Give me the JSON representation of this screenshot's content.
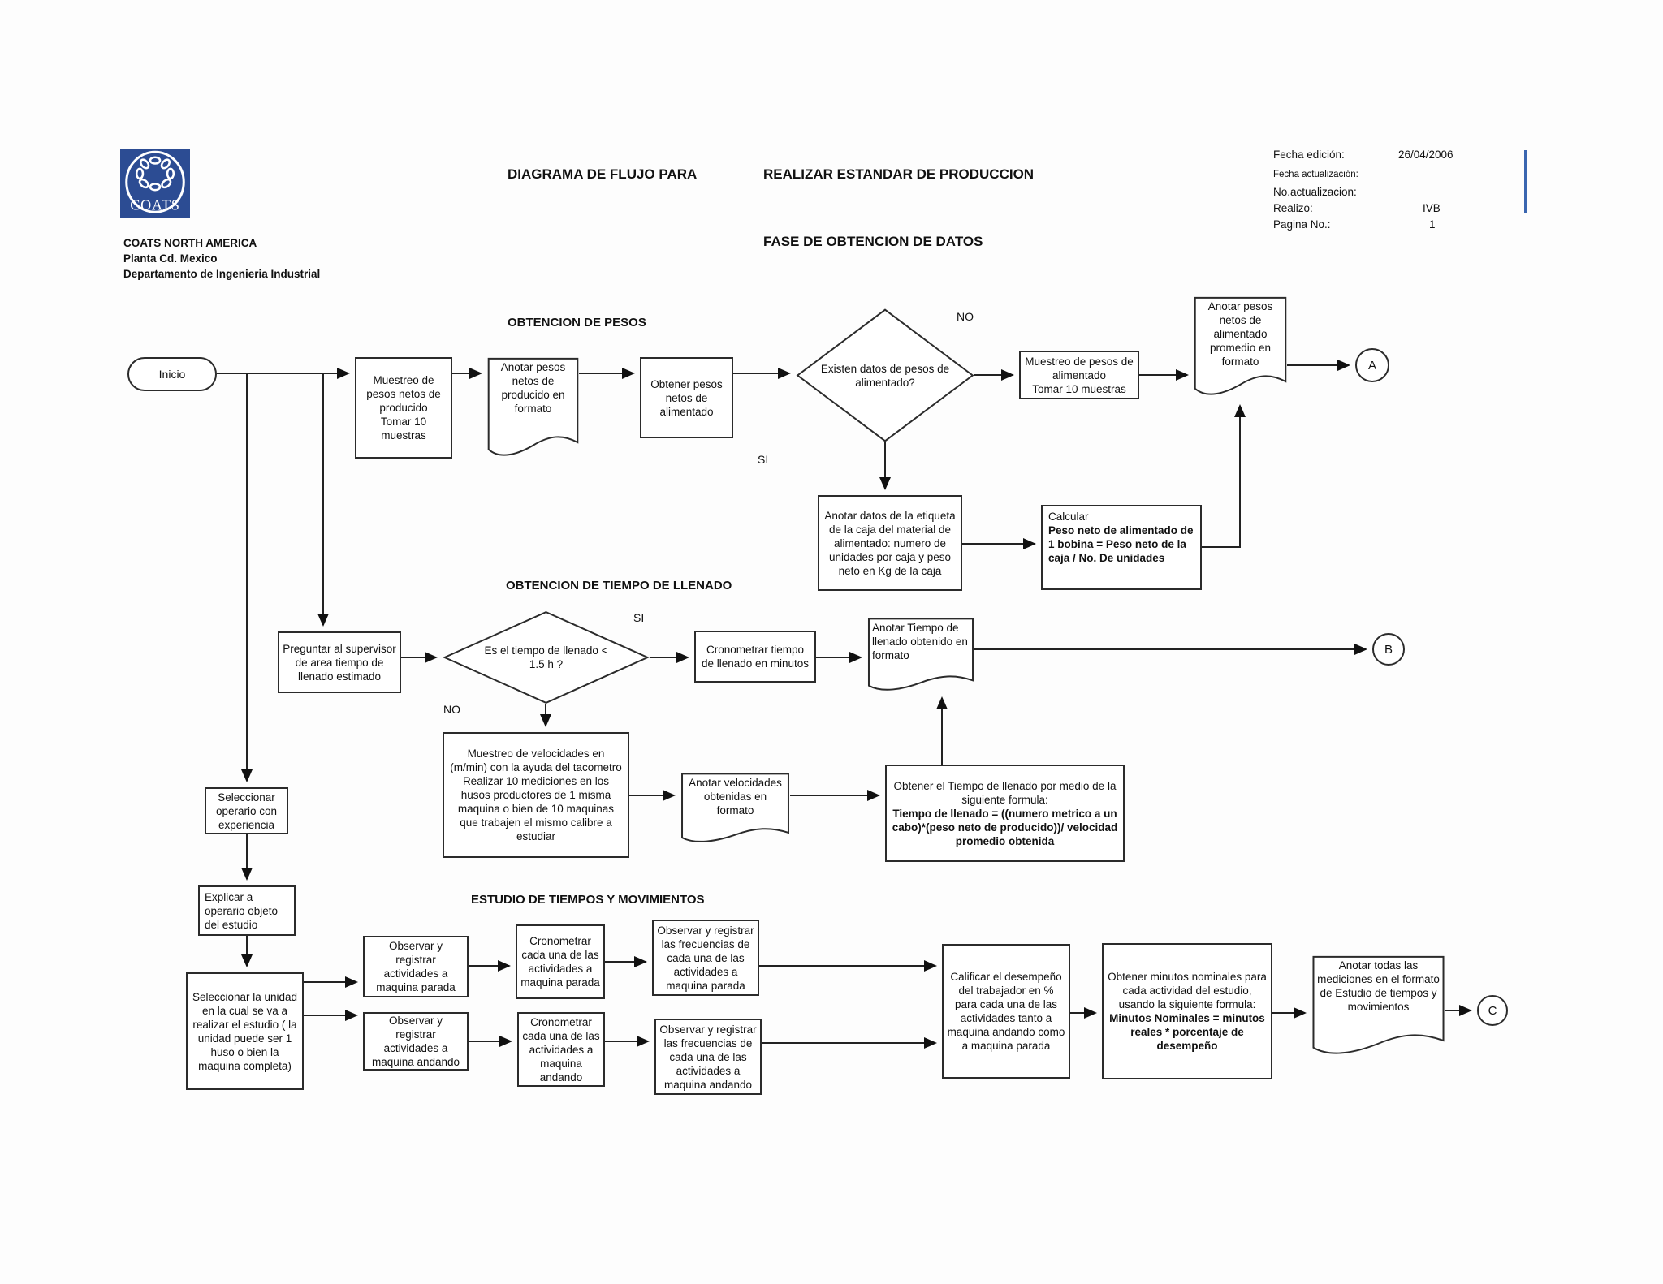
{
  "header": {
    "logo_text": "COATS",
    "title_left": "DIAGRAMA DE FLUJO PARA",
    "title_right": "REALIZAR ESTANDAR DE PRODUCCION",
    "subtitle": "FASE DE OBTENCION DE DATOS",
    "company": {
      "line1": "COATS NORTH AMERICA",
      "line2": "Planta Cd. Mexico",
      "line3": "Departamento de Ingenieria Industrial"
    },
    "meta": {
      "fecha_edicion_label": "Fecha edición:",
      "fecha_edicion_value": "26/04/2006",
      "fecha_actualizacion_label": "Fecha actualización:",
      "no_actualizacion_label": "No.actualizacion:",
      "realizo_label": "Realizo:",
      "realizo_value": "IVB",
      "pagina_label": "Pagina No.:",
      "pagina_value": "1"
    }
  },
  "sections": {
    "pesos": "OBTENCION DE PESOS",
    "tiempo": "OBTENCION DE TIEMPO DE LLENADO",
    "estudio": "ESTUDIO DE TIEMPOS Y MOVIMIENTOS"
  },
  "branch_labels": {
    "no_pesos": "NO",
    "si_pesos": "SI",
    "si_tiempo": "SI",
    "no_tiempo": "NO"
  },
  "offpage": {
    "a": "A",
    "b": "B",
    "c": "C"
  },
  "nodes": {
    "inicio": "Inicio",
    "muestreo_producido": "Muestreo de pesos netos de producido\nTomar 10 muestras",
    "anotar_producido": "Anotar pesos netos de producido en formato",
    "obtener_alimentado": "Obtener pesos netos de alimentado",
    "existen_datos": "Existen datos de pesos de alimentado?",
    "muestreo_alimentado": "Muestreo de pesos de alimentado\nTomar 10 muestras",
    "anotar_alimentado": "Anotar pesos netos de alimentado promedio en formato",
    "anotar_etiqueta": "Anotar datos de la etiqueta de la caja del material de alimentado: numero de unidades por caja y peso neto en Kg de la caja",
    "calcular_normal": "Calcular",
    "calcular_bold": "Peso neto de alimentado de 1 bobina = Peso neto de la caja / No.  De unidades",
    "preguntar": "Preguntar al supervisor de area tiempo de llenado estimado",
    "es_tiempo": "Es el tiempo de llenado < 1.5 h ?",
    "cronometrar_llenado": "Cronometrar tiempo de llenado en minutos",
    "anotar_llenado": "Anotar Tiempo de llenado obtenido en formato",
    "muestreo_velocidades": "Muestreo de velocidades en (m/min) con la ayuda del tacometro\nRealizar 10 mediciones en los husos productores de 1 misma maquina o bien de 10 maquinas que trabajen el mismo calibre a estudiar",
    "anotar_velocidades": "Anotar velocidades obtenidas en formato",
    "obtener_tiempo_normal": "Obtener el Tiempo de llenado por medio de la siguiente formula:",
    "obtener_tiempo_bold": "Tiempo de llenado = ((numero metrico a un cabo)*(peso neto de producido))/ velocidad promedio obtenida",
    "seleccionar_operario": "Seleccionar operario con experiencia",
    "explicar": "Explicar a operario objeto del estudio",
    "seleccionar_unidad": "Seleccionar la unidad en la cual se va a realizar el estudio ( la unidad puede ser 1 huso o bien la maquina completa)",
    "observar_parada": "Observar y registrar actividades a maquina parada",
    "cronometrar_parada": "Cronometrar cada una de las actividades a maquina parada",
    "frecuencias_parada": "Observar y registrar las frecuencias de cada una de las actividades a maquina parada",
    "observar_andando": "Observar y registrar actividades a maquina andando",
    "cronometrar_andando": "Cronometrar cada una de las actividades a maquina andando",
    "frecuencias_andando": "Observar y registrar las frecuencias de cada una de las actividades a maquina andando",
    "calificar": "Calificar el desempeño del trabajador en % para cada una de las actividades tanto a maquina andando como a maquina parada",
    "minutos_normal": "Obtener minutos nominales para cada actividad del estudio, usando la siguiente formula:",
    "minutos_bold": "Minutos Nominales = minutos reales * porcentaje de desempeño",
    "anotar_mediciones": "Anotar todas las mediciones en el formato de Estudio de tiempos y movimientos"
  },
  "colors": {
    "logo_blue": "#2c4c93",
    "accent_line_blue": "#3a66b0",
    "stroke": "#222222"
  }
}
